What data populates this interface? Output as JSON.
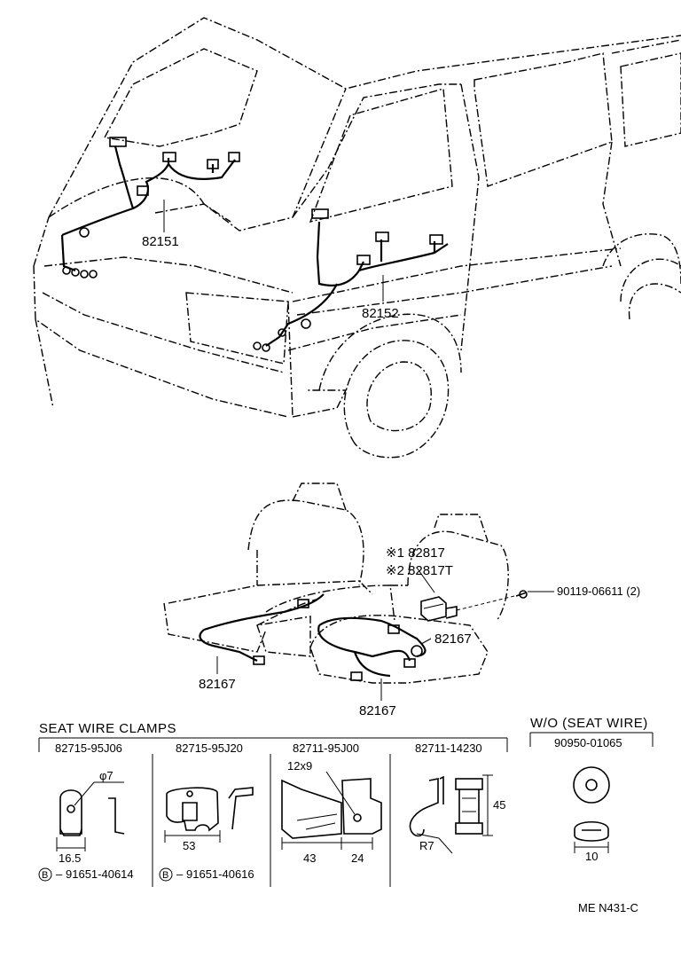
{
  "labels": {
    "harness_front": "82151",
    "harness_side": "82152",
    "seat_wire_left": "82167",
    "seat_wire_center": "82167",
    "seat_wire_right": "82167",
    "seat_ref_1": "※1 82817",
    "seat_ref_2": "※2 82817T",
    "screw": "90119-06611 (2)"
  },
  "clamps": {
    "title": "SEAT WIRE CLAMPS",
    "items": [
      {
        "part": "82715-95J06",
        "dim1": "φ7",
        "dim2": "16.5",
        "bolt_mark": "B",
        "bolt": "91651-40614"
      },
      {
        "part": "82715-95J20",
        "dim1": "53",
        "bolt_mark": "B",
        "bolt": "91651-40616"
      },
      {
        "part": "82711-95J00",
        "dim1": "12x9",
        "dim2": "43",
        "dim3": "24"
      },
      {
        "part": "82711-14230",
        "dim1": "R7",
        "dim2": "45"
      }
    ]
  },
  "wo": {
    "title": "W/O (SEAT WIRE)",
    "part": "90950-01065",
    "dim": "10"
  },
  "footer": "ME N431-C"
}
